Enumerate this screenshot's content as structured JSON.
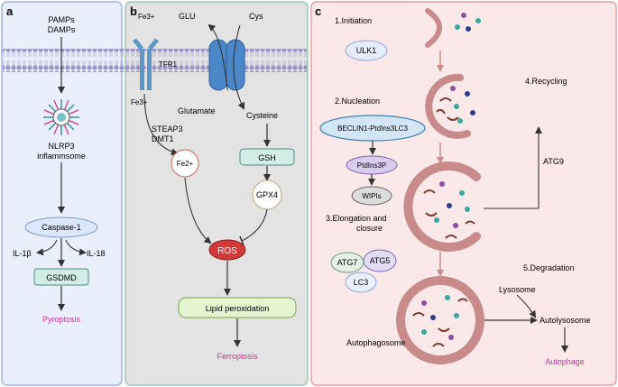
{
  "panel_a": {
    "letter": "a",
    "pamps": "PAMPs",
    "damps": "DAMPs",
    "nlrp3": "NLRP3",
    "inflammasome": "inflammsome",
    "caspase": "Caspase-1",
    "il1b": "IL-1β",
    "il18": "IL-18",
    "gsdmd": "GSDMD",
    "outcome": "Pyroptosis"
  },
  "panel_b": {
    "letter": "b",
    "fe3_top": "Fe3+",
    "fe3_bottom": "Fe3+",
    "tfr1": "TFR1",
    "glu": "GLU",
    "cys": "Cys",
    "glutamate": "Glutamate",
    "cysteine": "Cysteine",
    "steap3": "STEAP3",
    "dmt1": "DMT1",
    "fe2": "Fe2+",
    "gsh": "GSH",
    "gpx4": "GPX4",
    "ros": "ROS",
    "lipid": "Lipid peroxidation",
    "outcome": "Ferroptosis"
  },
  "panel_c": {
    "letter": "c",
    "initiation": "1.Initiation",
    "ulk1": "ULK1",
    "nucleation": "2.Nucleation",
    "beclin": "BECLIN1-PtdIns3LC3",
    "ptdins3p": "PtdIns3P",
    "wipis": "WIPIs",
    "elongation_1": "3.Elongation and",
    "elongation_2": "closure",
    "atg7": "ATG7",
    "atg5": "ATG5",
    "lc3": "LC3",
    "recycling": "4.Recycling",
    "atg9": "ATG9",
    "degradation": "5.Degradation",
    "lysosome": "Lysosome",
    "autolysosome": "Autolysosome",
    "autophagosome": "Autophagosome",
    "outcome": "Autophage"
  },
  "colors": {
    "panel_a_bg": "#eaf0fb",
    "panel_b_bg": "#e3e3e3",
    "panel_c_bg": "#fbe9e9",
    "membrane": "#9b96c6",
    "outcome_text": "#cc3399",
    "channel": "#4a86c8",
    "ros_fill": "#d23a3a",
    "vesicle": "#c98a8a"
  }
}
